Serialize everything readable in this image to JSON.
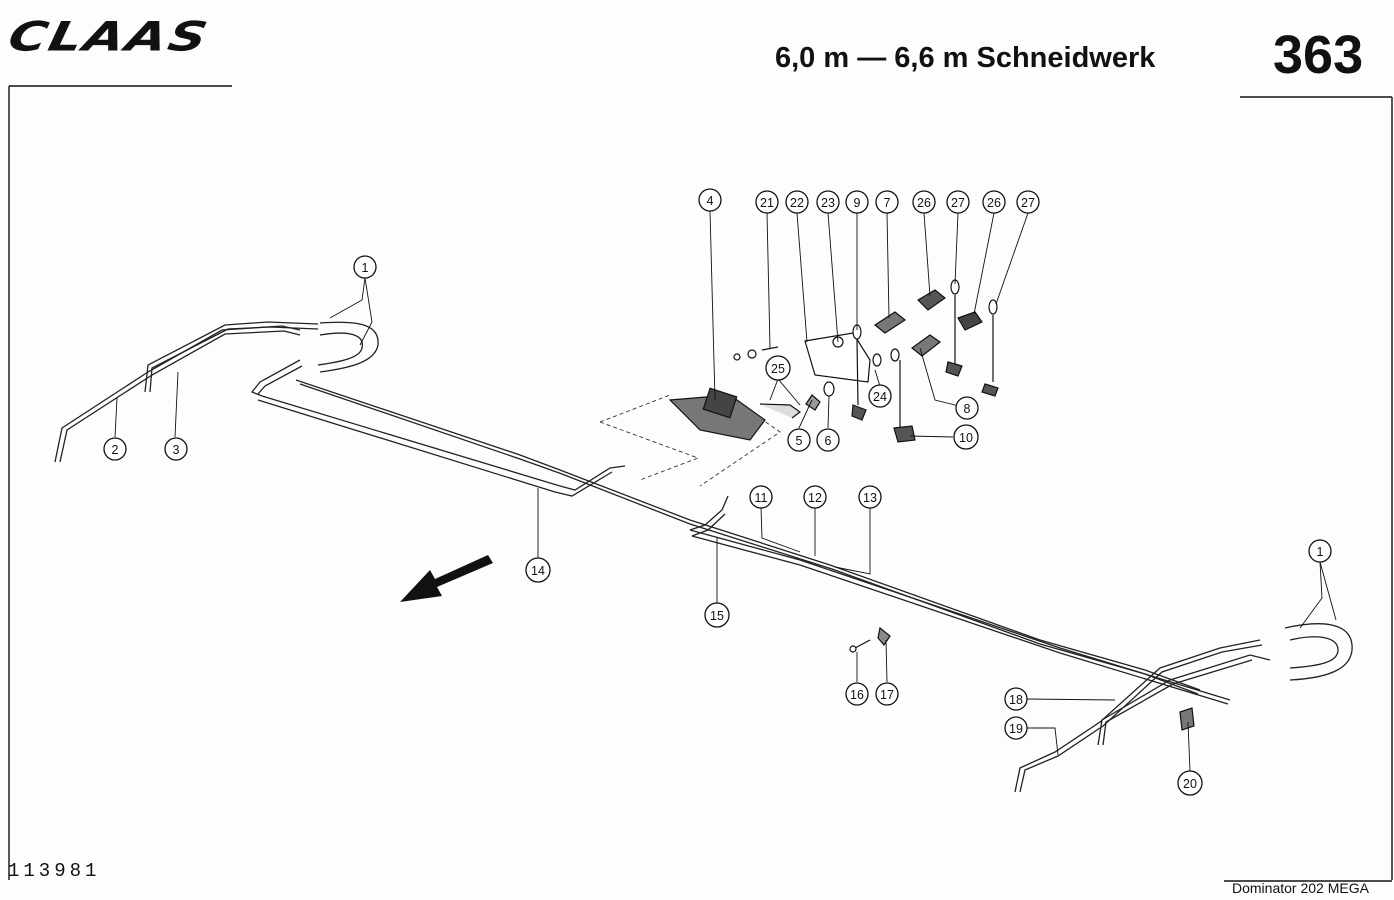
{
  "header": {
    "brand": "CLAAS",
    "title": "6,0 m — 6,6 m Schneidwerk",
    "page_number": "363"
  },
  "footer": {
    "drawing_number": "113981",
    "model": "Dominator 202 MEGA"
  },
  "callouts": [
    "1",
    "2",
    "3",
    "4",
    "5",
    "6",
    "7",
    "8",
    "9",
    "10",
    "11",
    "12",
    "13",
    "14",
    "15",
    "16",
    "17",
    "18",
    "19",
    "20",
    "21",
    "22",
    "23",
    "24",
    "25",
    "26",
    "27"
  ]
}
